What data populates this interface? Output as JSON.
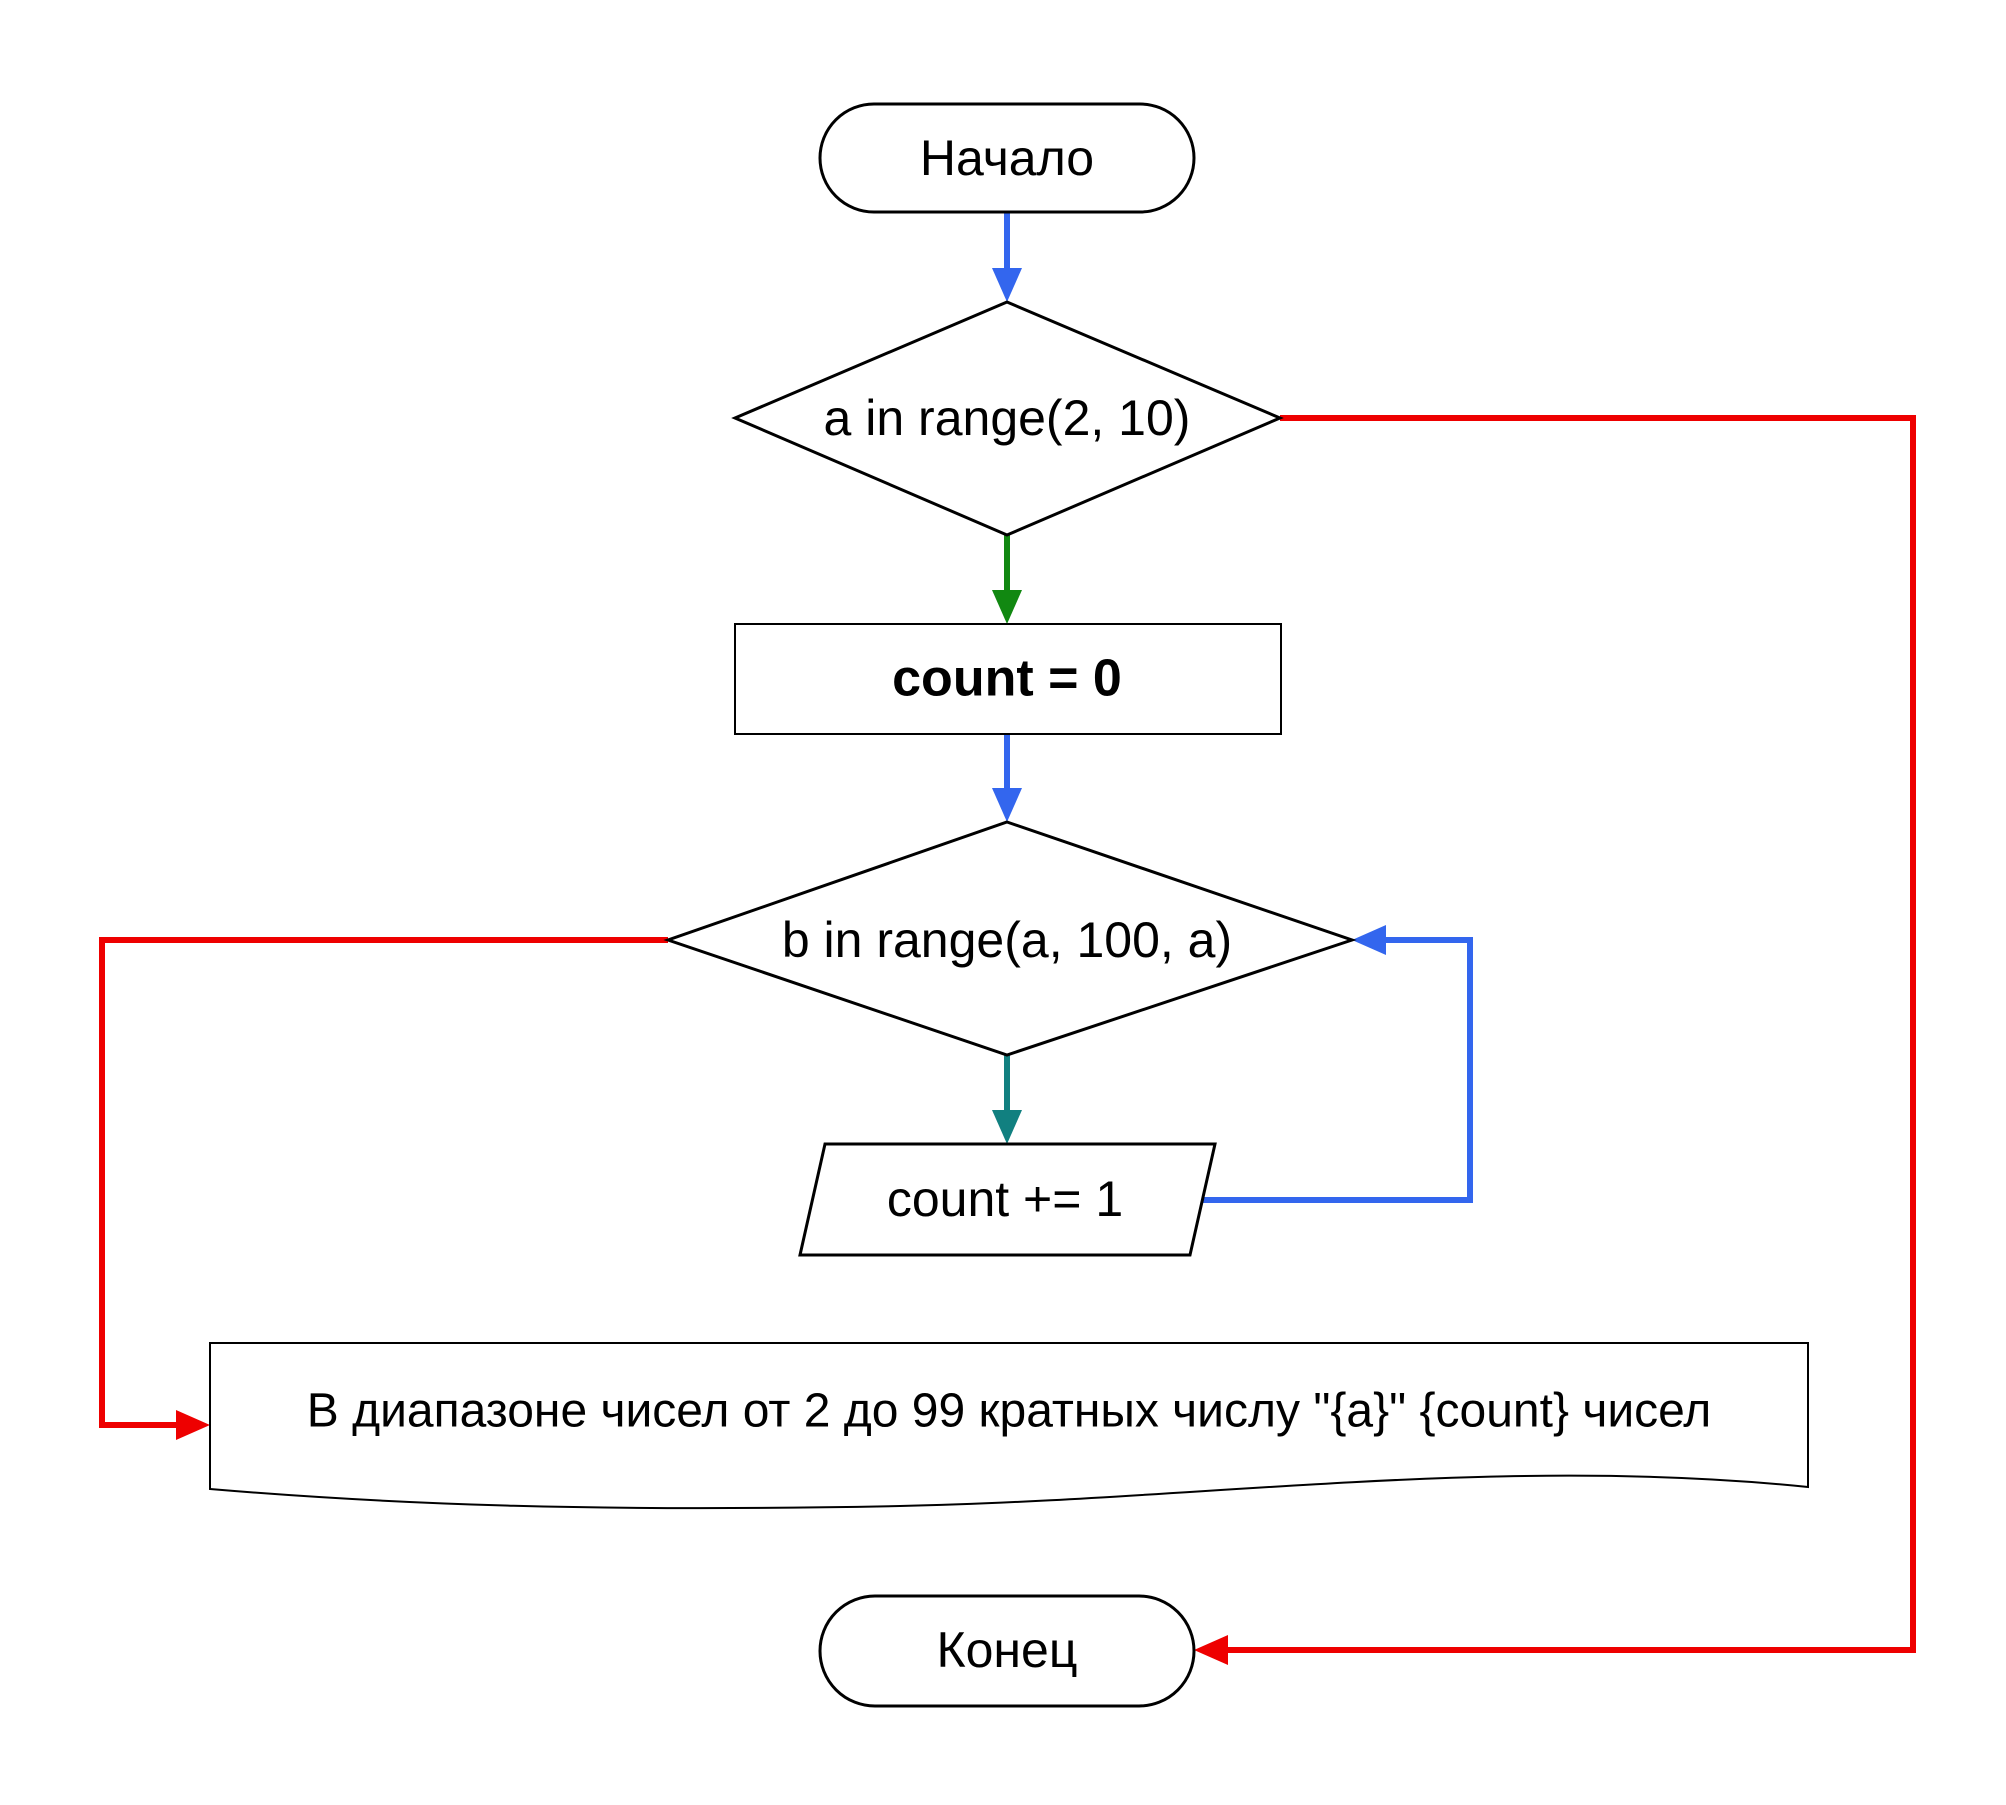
{
  "nodes": {
    "start": {
      "label": "Начало"
    },
    "outer_loop": {
      "label": "a in range(2, 10)"
    },
    "init_count": {
      "label": "count = 0"
    },
    "inner_loop": {
      "label": "b in range(a, 100, a)"
    },
    "increment": {
      "label": "count += 1"
    },
    "output": {
      "label": "В диапазоне чисел от 2 до 99 кратных числу \"{a}\" {count} чисел"
    },
    "end": {
      "label": "Конец"
    }
  },
  "colors": {
    "flow": "#3366ee",
    "exit": "#ee0000",
    "loop_body_outer": "#118811",
    "loop_body_inner": "#118080",
    "stroke": "#000000"
  }
}
